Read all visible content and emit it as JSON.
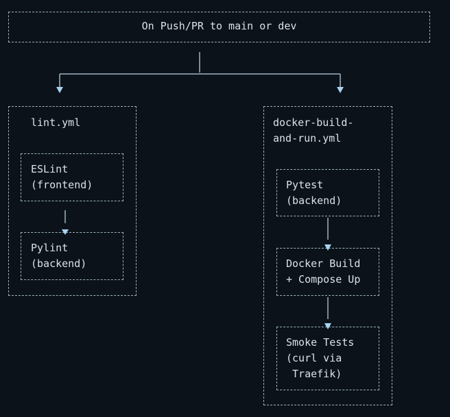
{
  "trigger": {
    "label": "On Push/PR to main or dev"
  },
  "workflows": [
    {
      "title": [
        "lint.yml"
      ],
      "steps": [
        {
          "lines": [
            "ESLint",
            "(frontend)"
          ]
        },
        {
          "lines": [
            "Pylint",
            "(backend)"
          ]
        }
      ]
    },
    {
      "title": [
        "docker-build-",
        "and-run.yml"
      ],
      "steps": [
        {
          "lines": [
            "Pytest",
            "(backend)"
          ]
        },
        {
          "lines": [
            "Docker Build",
            "+ Compose Up"
          ]
        },
        {
          "lines": [
            "Smoke Tests",
            "(curl via",
            " Traefik)"
          ]
        }
      ]
    }
  ],
  "colors": {
    "background": "#0b1219",
    "line": "#9fb4c2",
    "arrow": "#a8d4f0",
    "text": "#d8e3ec"
  }
}
